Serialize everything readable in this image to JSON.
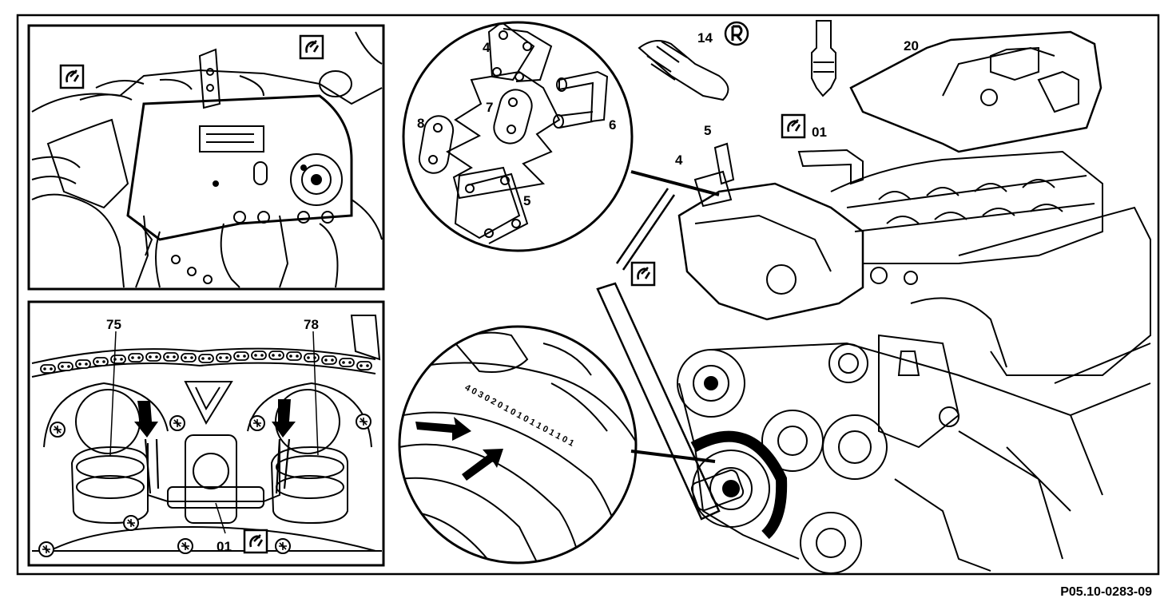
{
  "labels": {
    "p14": "14",
    "p20": "20",
    "p01_top": "01",
    "p5_top": "5",
    "p4_top": "4",
    "d4": "4",
    "d8": "8",
    "d7": "7",
    "d6": "6",
    "d5": "5",
    "p75": "75",
    "p78": "78",
    "p01_bottom": "01"
  },
  "scale_marks": "4 0 3 0 2  0 1 0 1 0 1 1 0 1 1 0 1",
  "reference": "P05.10-0283-09",
  "icons": [
    "special-tool-icon",
    "info-icon",
    "arrow-icon"
  ]
}
